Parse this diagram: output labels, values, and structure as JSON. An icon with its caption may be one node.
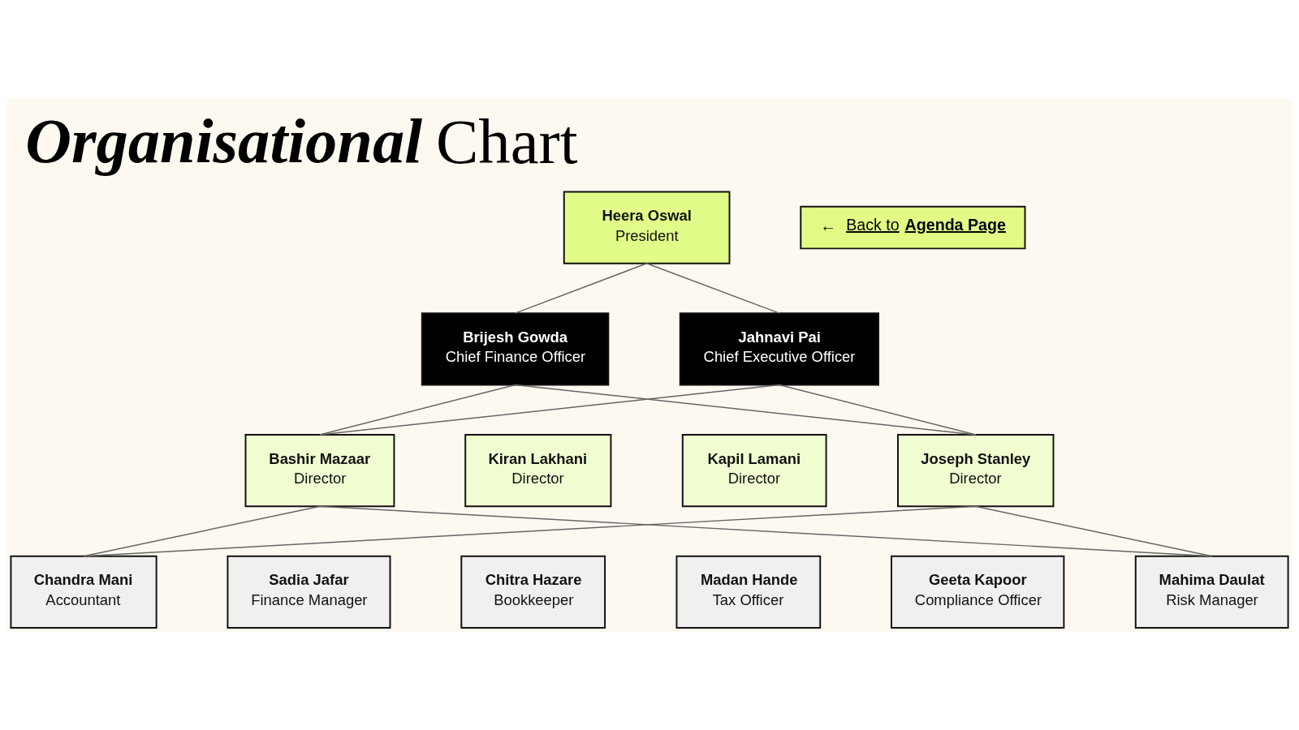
{
  "diagram": {
    "title": "*Organisational* Chart",
    "nodes": [
      {
        "text": [
          "←",
          "Back to **Agenda Page**"
        ]
      },
      {
        "text": [
          "Heera Oswal",
          "President"
        ]
      },
      {
        "text": [
          "Brijesh Gowda",
          "Chief Finance Officer"
        ]
      },
      {
        "text": [
          "Jahnavi Pai",
          "Chief Executive Officer"
        ]
      },
      {
        "text": [
          "Bashir Mazaar",
          "Director"
        ]
      },
      {
        "text": [
          "Kiran Lakhani",
          "Director"
        ]
      },
      {
        "text": [
          "Kapil Lamani",
          "Director"
        ]
      },
      {
        "text": [
          "Joseph Stanley",
          "Director"
        ]
      },
      {
        "text": [
          "Chandra Mani",
          "Accountant"
        ]
      },
      {
        "text": [
          "Sadia Jafar",
          "Finance Manager"
        ]
      },
      {
        "text": [
          "Chitra Hazare",
          "Bookkeeper"
        ]
      },
      {
        "text": [
          "Madan Hande",
          "Tax Officer"
        ]
      },
      {
        "text": [
          "Geeta Kapoor",
          "Compliance Officer"
        ]
      },
      {
        "text": [
          "Mahima Daulat",
          "Risk Manager"
        ]
      }
    ],
    "edges": [
      {
        "from": 1,
        "to": 2,
        "arrow": "none"
      },
      {
        "from": 1,
        "to": 3,
        "arrow": "none"
      },
      {
        "from": 2,
        "to": 4,
        "arrow": "none"
      },
      {
        "from": 2,
        "to": 7,
        "arrow": "none"
      },
      {
        "from": 3,
        "to": 4,
        "arrow": "none"
      },
      {
        "from": 3,
        "to": 7,
        "arrow": "none"
      },
      {
        "from": 4,
        "to": 8,
        "arrow": "none"
      },
      {
        "from": 4,
        "to": 13,
        "arrow": "none"
      },
      {
        "from": 7,
        "to": 8,
        "arrow": "none"
      },
      {
        "from": 7,
        "to": 13,
        "arrow": "none"
      }
    ]
  }
}
